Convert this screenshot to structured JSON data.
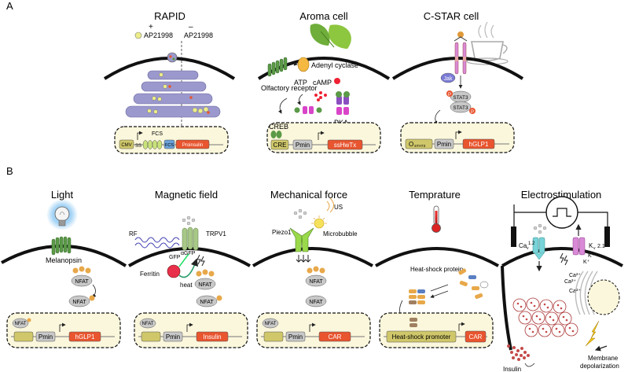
{
  "panels": {
    "A": {
      "letter": "A",
      "rapid": {
        "title": "RAPID",
        "drug": "AP21998",
        "plus": "+",
        "minus": "–",
        "drug_right": "AP21998",
        "construct": {
          "cmv": "CMV",
          "ss": "SS",
          "fcs_label": "FCS",
          "fcs_box": "FCS",
          "proinsulin": "Proinsulin"
        }
      },
      "aroma": {
        "title": "Aroma cell",
        "receptor": "Olfactory receptor",
        "enzyme": "Adenyl cyclase",
        "atp": "ATP",
        "camp": "cAMP",
        "pka": "PKA",
        "creb": "CREB",
        "construct": {
          "cre": "CRE",
          "pmin": "Pmin",
          "gene": "ssHwTx"
        }
      },
      "cstar": {
        "title": "C-STAR cell",
        "jak": "Jak",
        "stat": "STAT3",
        "p": "P",
        "construct": {
          "operator": "O",
          "operator_sub": "STAT3",
          "pmin": "Pmin",
          "gene": "hGLP1"
        }
      }
    },
    "B": {
      "letter": "B",
      "light": {
        "title": "Light",
        "receptor": "Melanopsin",
        "nfat": "NFAT",
        "p": "P",
        "construct": {
          "pmin": "Pmin",
          "gene": "hGLP1"
        }
      },
      "magnetic": {
        "title": "Magnetic field",
        "rf": "RF",
        "gfp": "GFP",
        "agfp": "αGFP",
        "channel": "TRPV1",
        "ferritin": "Ferritin",
        "heat": "heat",
        "nfat": "NFAT",
        "construct": {
          "pmin": "Pmin",
          "gene": "Insulin"
        }
      },
      "mechanical": {
        "title": "Mechanical force",
        "us": "US",
        "channel": "Piezo1",
        "bubble": "Microbubble",
        "nfat": "NFAT",
        "construct": {
          "pmin": "Pmin",
          "gene": "CAR"
        }
      },
      "temperature": {
        "title": "Temprature",
        "hsp": "Heat-shock protein",
        "construct": {
          "promoter": "Heat-shock promoter",
          "gene": "CAR"
        }
      },
      "electro": {
        "title": "Electrostimulation",
        "ca_channel": "Ca",
        "ca_sub": "v",
        "ca_ver": "1.2",
        "k_channel": "K",
        "k_sub": "v",
        "k_ver": "2.1",
        "kplus": "K⁺",
        "caplus": "Ca²⁺",
        "insulin": "Insulin",
        "depolarization_1": "Membrane",
        "depolarization_2": "depolarization"
      }
    }
  },
  "colors": {
    "nucleus_fill": "#fbf7dc",
    "er_purple": "#9a98cc",
    "gene_red": "#e8552f",
    "promoter_olive": "#cfc76a",
    "receptor_green": "#5b9a47",
    "pink_channel": "#d98ad6",
    "cyan_channel": "#78d4d8",
    "grey_protein": "#c8c8c8",
    "phospho": "#e8a84a",
    "insulin_red": "#c54a4a"
  }
}
